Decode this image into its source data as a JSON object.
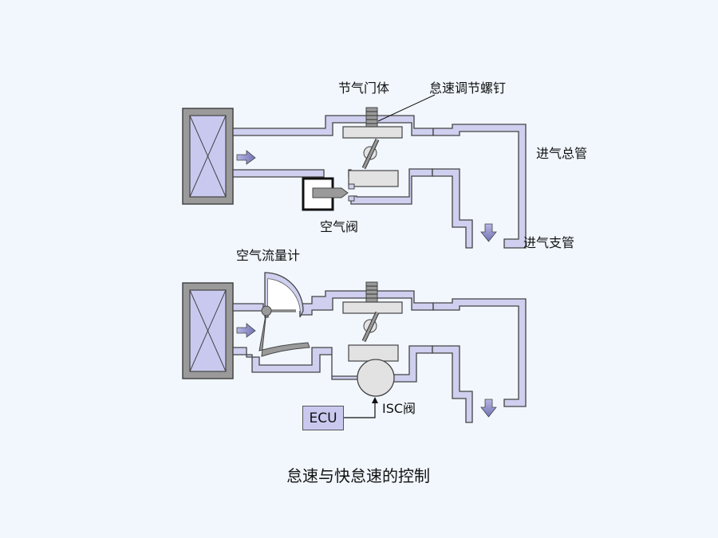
{
  "labels": {
    "throttle_body": "节气门体",
    "idle_screw": "怠速调节螺钉",
    "intake_manifold": "进气总管",
    "intake_branch": "进气支管",
    "air_valve": "空气阀",
    "airflow_meter": "空气流量计",
    "isc_valve": "ISC阀",
    "ecu": "ECU",
    "caption": "怠速与快怠速的控制"
  },
  "colors": {
    "background": "#f1f7fd",
    "duct_fill": "#cfcfef",
    "filter_fill": "#c9c9f0",
    "frame_gray": "#9a9a9a",
    "plate_fill": "#e2e2e2",
    "arrow_fill": "#8a8ac4"
  }
}
